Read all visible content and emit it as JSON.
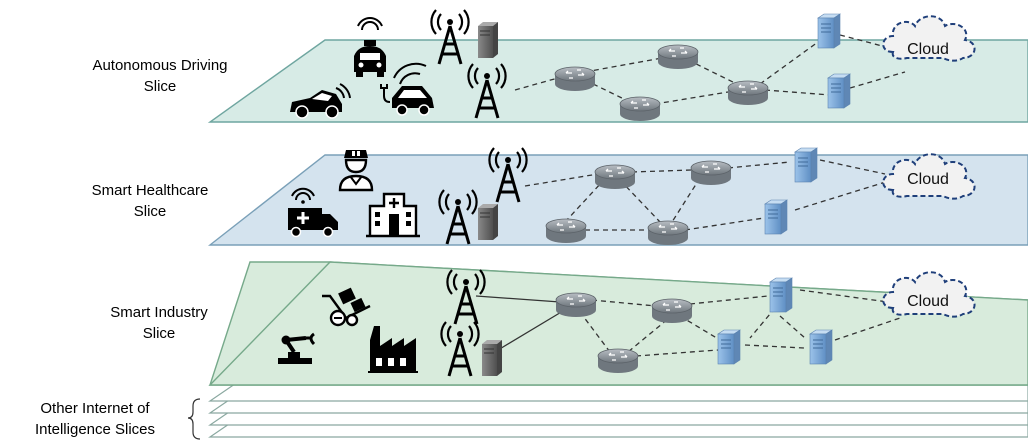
{
  "slices": [
    {
      "label_line1": "Autonomous Driving",
      "label_line2": "Slice",
      "cloud": "Cloud",
      "fill": "#d7ebe6",
      "stroke": "#6fa6a0"
    },
    {
      "label_line1": "Smart Healthcare",
      "label_line2": "Slice",
      "cloud": "Cloud",
      "fill": "#d4e3ee",
      "stroke": "#7aa0b8"
    },
    {
      "label_line1": "Smart Industry",
      "label_line2": "Slice",
      "cloud": "Cloud",
      "fill": "#d8ebdc",
      "stroke": "#76a98a"
    }
  ],
  "other": {
    "line1": "Other Internet of",
    "line2": "Intelligence Slices"
  },
  "colors": {
    "router": "#8c9399",
    "server": "#7ea9d6",
    "station": "#6b6b6b",
    "icon": "#000000",
    "cloud_border": "#1f3f7a"
  }
}
